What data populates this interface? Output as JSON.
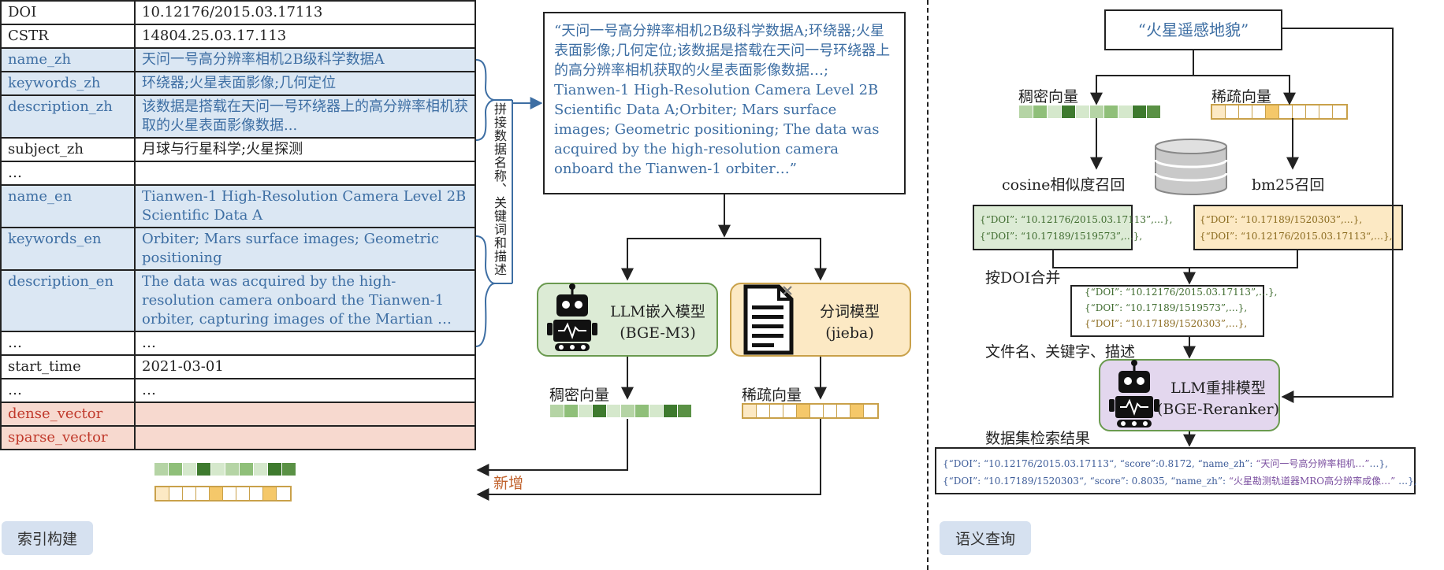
{
  "metadata_table": {
    "rows": [
      {
        "key": "DOI",
        "value": "10.12176/2015.03.17113",
        "highlight": "none"
      },
      {
        "key": "CSTR",
        "value": "14804.25.03.17.113",
        "highlight": "none"
      },
      {
        "key": "name_zh",
        "value": "天问一号高分辨率相机2B级科学数据A",
        "highlight": "blue"
      },
      {
        "key": "keywords_zh",
        "value": "环绕器;火星表面影像;几何定位",
        "highlight": "blue"
      },
      {
        "key": "description_zh",
        "value": "该数据是搭载在天问一号环绕器上的高分辨率相机获取的火星表面影像数据...",
        "highlight": "blue"
      },
      {
        "key": "subject_zh",
        "value": "月球与行星科学;火星探测",
        "highlight": "none"
      },
      {
        "key": "…",
        "value": "",
        "highlight": "none"
      },
      {
        "key": "name_en",
        "value": "Tianwen-1 High-Resolution Camera Level 2B Scientific Data A",
        "highlight": "blue"
      },
      {
        "key": "keywords_en",
        "value": "Orbiter; Mars surface images; Geometric positioning",
        "highlight": "blue"
      },
      {
        "key": "description_en",
        "value": "The data was acquired by the high-resolution camera onboard the Tianwen-1 orbiter, capturing images of the Martian …",
        "highlight": "blue"
      },
      {
        "key": "…",
        "value": "…",
        "highlight": "none"
      },
      {
        "key": "start_time",
        "value": "2021-03-01",
        "highlight": "none"
      },
      {
        "key": "…",
        "value": "…",
        "highlight": "none"
      },
      {
        "key": "dense_vector",
        "value": "",
        "highlight": "red"
      },
      {
        "key": "sparse_vector",
        "value": "",
        "highlight": "red"
      }
    ]
  },
  "labels": {
    "concat_label": "拼接数据名称、关键词和描述",
    "new_label": "新增",
    "index_build": "索引构建",
    "semantic_query": "语义查询",
    "dense_vec_left": "稠密向量",
    "sparse_vec_left": "稀疏向量",
    "dense_vec_right": "稠密向量",
    "sparse_vec_right": "稀疏向量",
    "cosine_recall": "cosine相似度召回",
    "bm25_recall": "bm25召回",
    "merge_by_doi": "按DOI合并",
    "fields": "文件名、关键字、描述",
    "search_results": "数据集检索结果"
  },
  "concat_text": "“天问一号高分辨率相机2B级科学数据A;环绕器;火星表面影像;几何定位;该数据是搭载在天问一号环绕器上的高分辨率相机获取的火星表面影像数据…; Tianwen-1 High-Resolution Camera Level 2B Scientific Data A;Orbiter; Mars surface images; Geometric positioning; The data was acquired by the high-resolution camera onboard the Tianwen-1 orbiter…”",
  "models": {
    "embed_line1": "LLM嵌入模型",
    "embed_line2": "(BGE-M3)",
    "tokenizer_line1": "分词模型",
    "tokenizer_line2": "(jieba)",
    "reranker_line1": "LLM重排模型",
    "reranker_line2": "(BGE-Reranker)"
  },
  "query": "“火星遥感地貌”",
  "dense_results": [
    "{“DOI”: “10.12176/2015.03.17113”,…},",
    "{“DOI”: “10.17189/1519573”,…},"
  ],
  "sparse_results": [
    "{“DOI”: “10.17189/1520303”,…},",
    "{“DOI”: “10.12176/2015.03.17113“,…},"
  ],
  "merged_results": [
    "{“DOI”: “10.12176/2015.03.17113”,…},",
    "{“DOI”: “10.17189/1519573”,…},",
    "{“DOI”: “10.17189/1520303”,…},"
  ],
  "final_results": [
    {
      "prefix": "{“DOI”: “10.12176/2015.03.17113“, “score”:0.8172, “name_zh”: ",
      "name": "“天问一号高分辨率相机…”",
      "suffix": "…},"
    },
    {
      "prefix": "{“DOI”: “10.17189/1520303“, “score”: 0.8035, “name_zh”: ",
      "name": "“火星勘测轨道器MRO高分辨率成像…”",
      "suffix": " …},"
    }
  ],
  "colors": {
    "blue_text": "#3d6ea3",
    "blue_fill": "#dbe7f3",
    "red_fill": "#f7d9cf",
    "red_text": "#c0392b",
    "green_fill": "#dcebd5",
    "green_border": "#6a9a4f",
    "yellow_fill": "#fce9c4",
    "yellow_border": "#c9a14a",
    "purple_fill": "#e3d7ee",
    "dense_cells": [
      "#b5d4a5",
      "#8fbf79",
      "#d5e8cc",
      "#3e7a2e",
      "#d5e8cc",
      "#b5d4a5",
      "#8fbf79",
      "#d5e8cc",
      "#3e7a2e",
      "#5a9145"
    ],
    "sparse_highlight": "#f5c86a"
  },
  "icons": {
    "robot": "robot-icon",
    "document": "document-icon",
    "database": "database-icon"
  }
}
